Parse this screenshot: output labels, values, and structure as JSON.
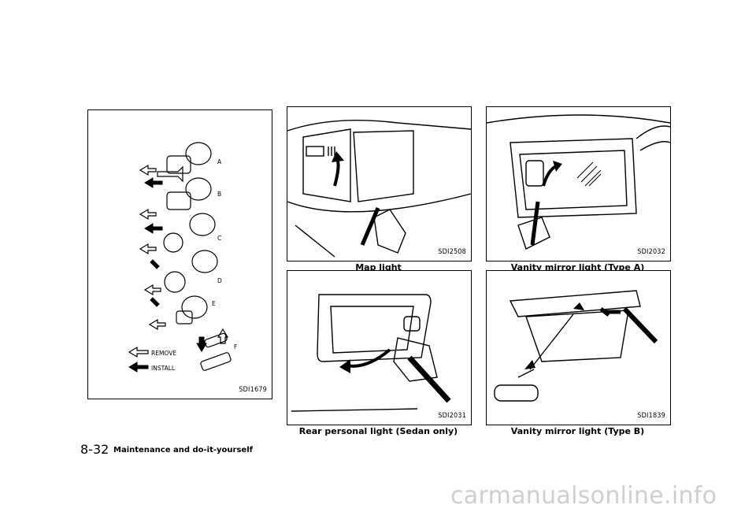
{
  "figures": {
    "bulb_types": {
      "code": "SDI1679",
      "labels": {
        "a": "A",
        "b": "B",
        "c": "C",
        "d": "D",
        "e": "E",
        "f": "F"
      },
      "legend_remove": "REMOVE",
      "legend_install": "INSTALL"
    },
    "map_light": {
      "code": "SDI2508",
      "caption": "Map light"
    },
    "vanity_a": {
      "code": "SDI2032",
      "caption": "Vanity mirror light (Type A)"
    },
    "rear_personal": {
      "code": "SDI2031",
      "caption": "Rear personal light (Sedan only)"
    },
    "vanity_b": {
      "code": "SDI1839",
      "caption": "Vanity mirror light (Type B)"
    }
  },
  "footer": {
    "page_number": "8-32",
    "section_title": "Maintenance and do-it-yourself"
  },
  "watermark": "carmanualsonline.info"
}
